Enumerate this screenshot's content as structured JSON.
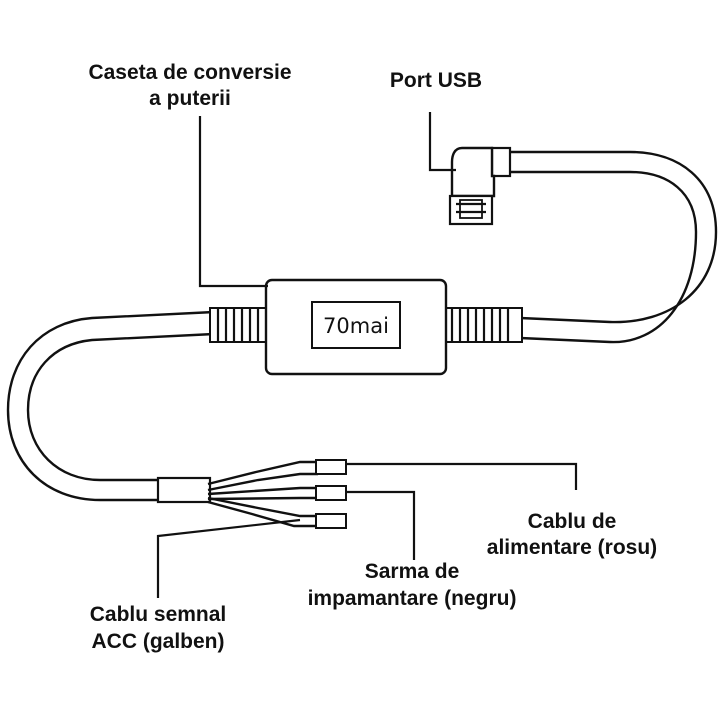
{
  "labels": {
    "converter_box_line1": "Caseta de conversie",
    "converter_box_line2": "a puterii",
    "usb_port": "Port USB",
    "power_cable_line1": "Cablu de",
    "power_cable_line2": "alimentare (rosu)",
    "ground_wire_line1": "Sarma de",
    "ground_wire_line2": "impamantare (negru)",
    "acc_cable_line1": "Cablu semnal",
    "acc_cable_line2": "ACC (galben)"
  },
  "device": {
    "brand": "70mai"
  },
  "colors": {
    "ink": "#111111",
    "background": "#ffffff"
  }
}
